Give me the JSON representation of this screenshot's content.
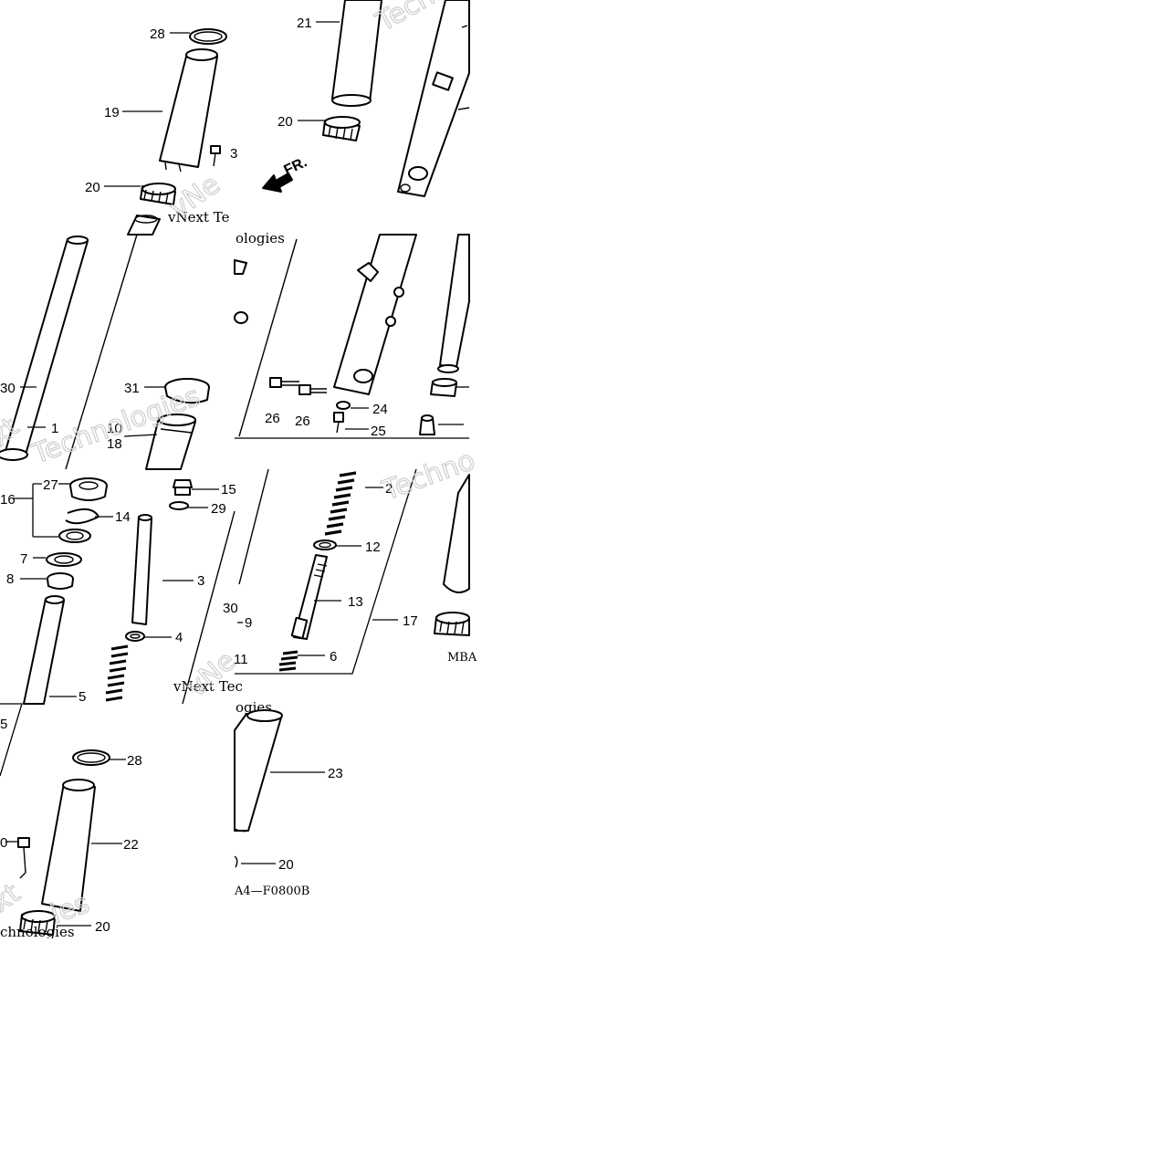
{
  "diagram": {
    "direction_marker": "FR.",
    "diagram_codes": [
      "MBA",
      "A4—F0800B"
    ],
    "watermark": {
      "text_fragments": [
        "vNext Te",
        "vNe",
        "Techn",
        "ologies",
        "Technologies",
        "xt",
        "vNe",
        "vNext Tec",
        "ogies",
        "Techno",
        "xt",
        "chnologies",
        "ies"
      ]
    },
    "callouts": [
      {
        "id": "c28a",
        "label": "28"
      },
      {
        "id": "c19",
        "label": "19"
      },
      {
        "id": "c3a",
        "label": "3"
      },
      {
        "id": "c20a",
        "label": "20"
      },
      {
        "id": "c21",
        "label": "21"
      },
      {
        "id": "c20b",
        "label": "20"
      },
      {
        "id": "c30a",
        "label": "30"
      },
      {
        "id": "c1",
        "label": "1"
      },
      {
        "id": "c31",
        "label": "31"
      },
      {
        "id": "c10",
        "label": "10"
      },
      {
        "id": "c18",
        "label": "18"
      },
      {
        "id": "c26a",
        "label": "26"
      },
      {
        "id": "c26b",
        "label": "26"
      },
      {
        "id": "c24",
        "label": "24"
      },
      {
        "id": "c25",
        "label": "25"
      },
      {
        "id": "c16",
        "label": "16"
      },
      {
        "id": "c27",
        "label": "27"
      },
      {
        "id": "c14",
        "label": "14"
      },
      {
        "id": "c7",
        "label": "7"
      },
      {
        "id": "c8",
        "label": "8"
      },
      {
        "id": "c15",
        "label": "15"
      },
      {
        "id": "c29",
        "label": "29"
      },
      {
        "id": "c3b",
        "label": "3"
      },
      {
        "id": "c4",
        "label": "4"
      },
      {
        "id": "c5a",
        "label": "5"
      },
      {
        "id": "c30b",
        "label": "30"
      },
      {
        "id": "c9",
        "label": "9"
      },
      {
        "id": "c11",
        "label": "11"
      },
      {
        "id": "c2",
        "label": "2"
      },
      {
        "id": "c12",
        "label": "12"
      },
      {
        "id": "c13",
        "label": "13"
      },
      {
        "id": "c6",
        "label": "6"
      },
      {
        "id": "c17",
        "label": "17"
      },
      {
        "id": "c5b",
        "label": "5"
      },
      {
        "id": "c28b",
        "label": "28"
      },
      {
        "id": "c22",
        "label": "22"
      },
      {
        "id": "c0",
        "label": "0"
      },
      {
        "id": "c20c",
        "label": "20"
      },
      {
        "id": "c23",
        "label": "23"
      },
      {
        "id": "c20d",
        "label": "20"
      }
    ]
  }
}
